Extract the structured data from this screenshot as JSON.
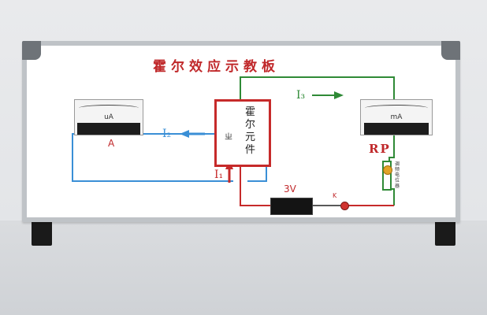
{
  "board": {
    "title": "霍尔效应示教板",
    "hall_element": "霍尔元件",
    "hall_symbol": "ㄓ"
  },
  "meters": {
    "left_unit": "uA",
    "left_label": "A",
    "right_unit": "mA"
  },
  "currents": {
    "i2": "I₂",
    "i3": "I₃",
    "i1": "I₁"
  },
  "battery_label": "3V",
  "switch_label": "K",
  "rheostat": {
    "label": "RP",
    "caption": "调频电位器"
  },
  "colors": {
    "title": "#c0282a",
    "hall_border": "#c62a2a",
    "wire_blue": "#3a8fd6",
    "wire_green": "#2f8a36",
    "wire_red": "#c62a2a",
    "frame": "#bfc3c7"
  }
}
